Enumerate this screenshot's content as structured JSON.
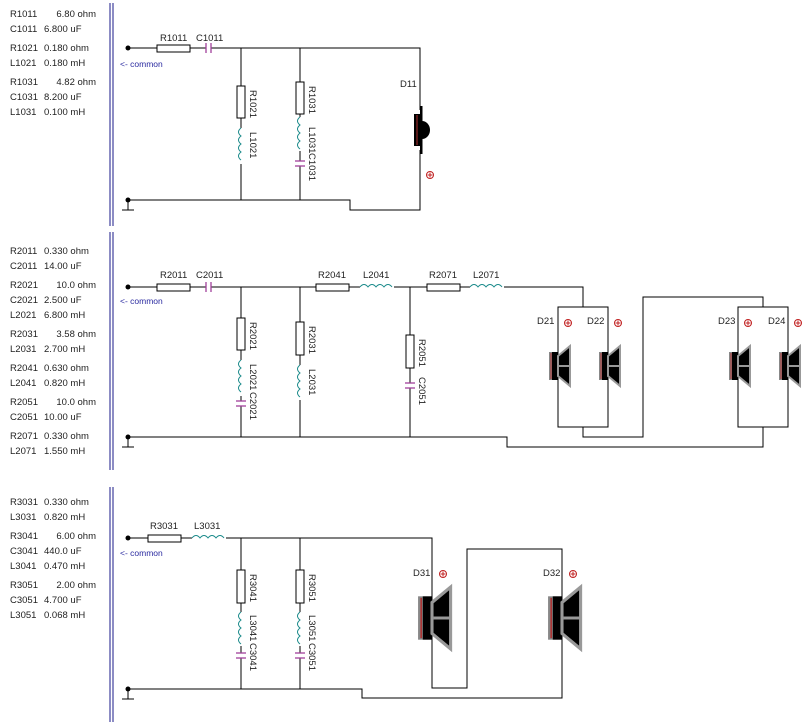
{
  "sections": [
    {
      "groups": [
        [
          {
            "name": "R1011",
            "value": "6.80 ohm"
          },
          {
            "name": "C1011",
            "value": "6.800 uF"
          }
        ],
        [
          {
            "name": "R1021",
            "value": "0.180 ohm"
          },
          {
            "name": "L1021",
            "value": "0.180 mH"
          }
        ],
        [
          {
            "name": "R1031",
            "value": "4.82 ohm"
          },
          {
            "name": "C1031",
            "value": "8.200 uF"
          },
          {
            "name": "L1031",
            "value": "0.100 mH"
          }
        ]
      ]
    },
    {
      "groups": [
        [
          {
            "name": "R2011",
            "value": "0.330 ohm"
          },
          {
            "name": "C2011",
            "value": "14.00 uF"
          }
        ],
        [
          {
            "name": "R2021",
            "value": "10.0 ohm"
          },
          {
            "name": "C2021",
            "value": "2.500 uF"
          },
          {
            "name": "L2021",
            "value": "6.800 mH"
          }
        ],
        [
          {
            "name": "R2031",
            "value": "3.58 ohm"
          },
          {
            "name": "L2031",
            "value": "2.700 mH"
          }
        ],
        [
          {
            "name": "R2041",
            "value": "0.630 ohm"
          },
          {
            "name": "L2041",
            "value": "0.820 mH"
          }
        ],
        [
          {
            "name": "R2051",
            "value": "10.0 ohm"
          },
          {
            "name": "C2051",
            "value": "10.00 uF"
          }
        ],
        [
          {
            "name": "R2071",
            "value": "0.330 ohm"
          },
          {
            "name": "L2071",
            "value": "1.550 mH"
          }
        ]
      ]
    },
    {
      "groups": [
        [
          {
            "name": "R3031",
            "value": "0.330 ohm"
          },
          {
            "name": "L3031",
            "value": "0.820 mH"
          }
        ],
        [
          {
            "name": "R3041",
            "value": "6.00 ohm"
          },
          {
            "name": "C3041",
            "value": "440.0 uF"
          },
          {
            "name": "L3041",
            "value": "0.470 mH"
          }
        ],
        [
          {
            "name": "R3051",
            "value": "2.00 ohm"
          },
          {
            "name": "C3051",
            "value": "4.700 uF"
          },
          {
            "name": "L3051",
            "value": "0.068 mH"
          }
        ]
      ]
    }
  ],
  "common_label": "<- common",
  "drivers": {
    "d11": "D11",
    "d21": "D21",
    "d22": "D22",
    "d23": "D23",
    "d24": "D24",
    "d31": "D31",
    "d32": "D32"
  },
  "colors": {
    "wire": "#000000",
    "inductor": "#1a8a8a",
    "capacitor": "#a0409a",
    "polarity": "#c02020",
    "common": "#2a2aa0"
  }
}
